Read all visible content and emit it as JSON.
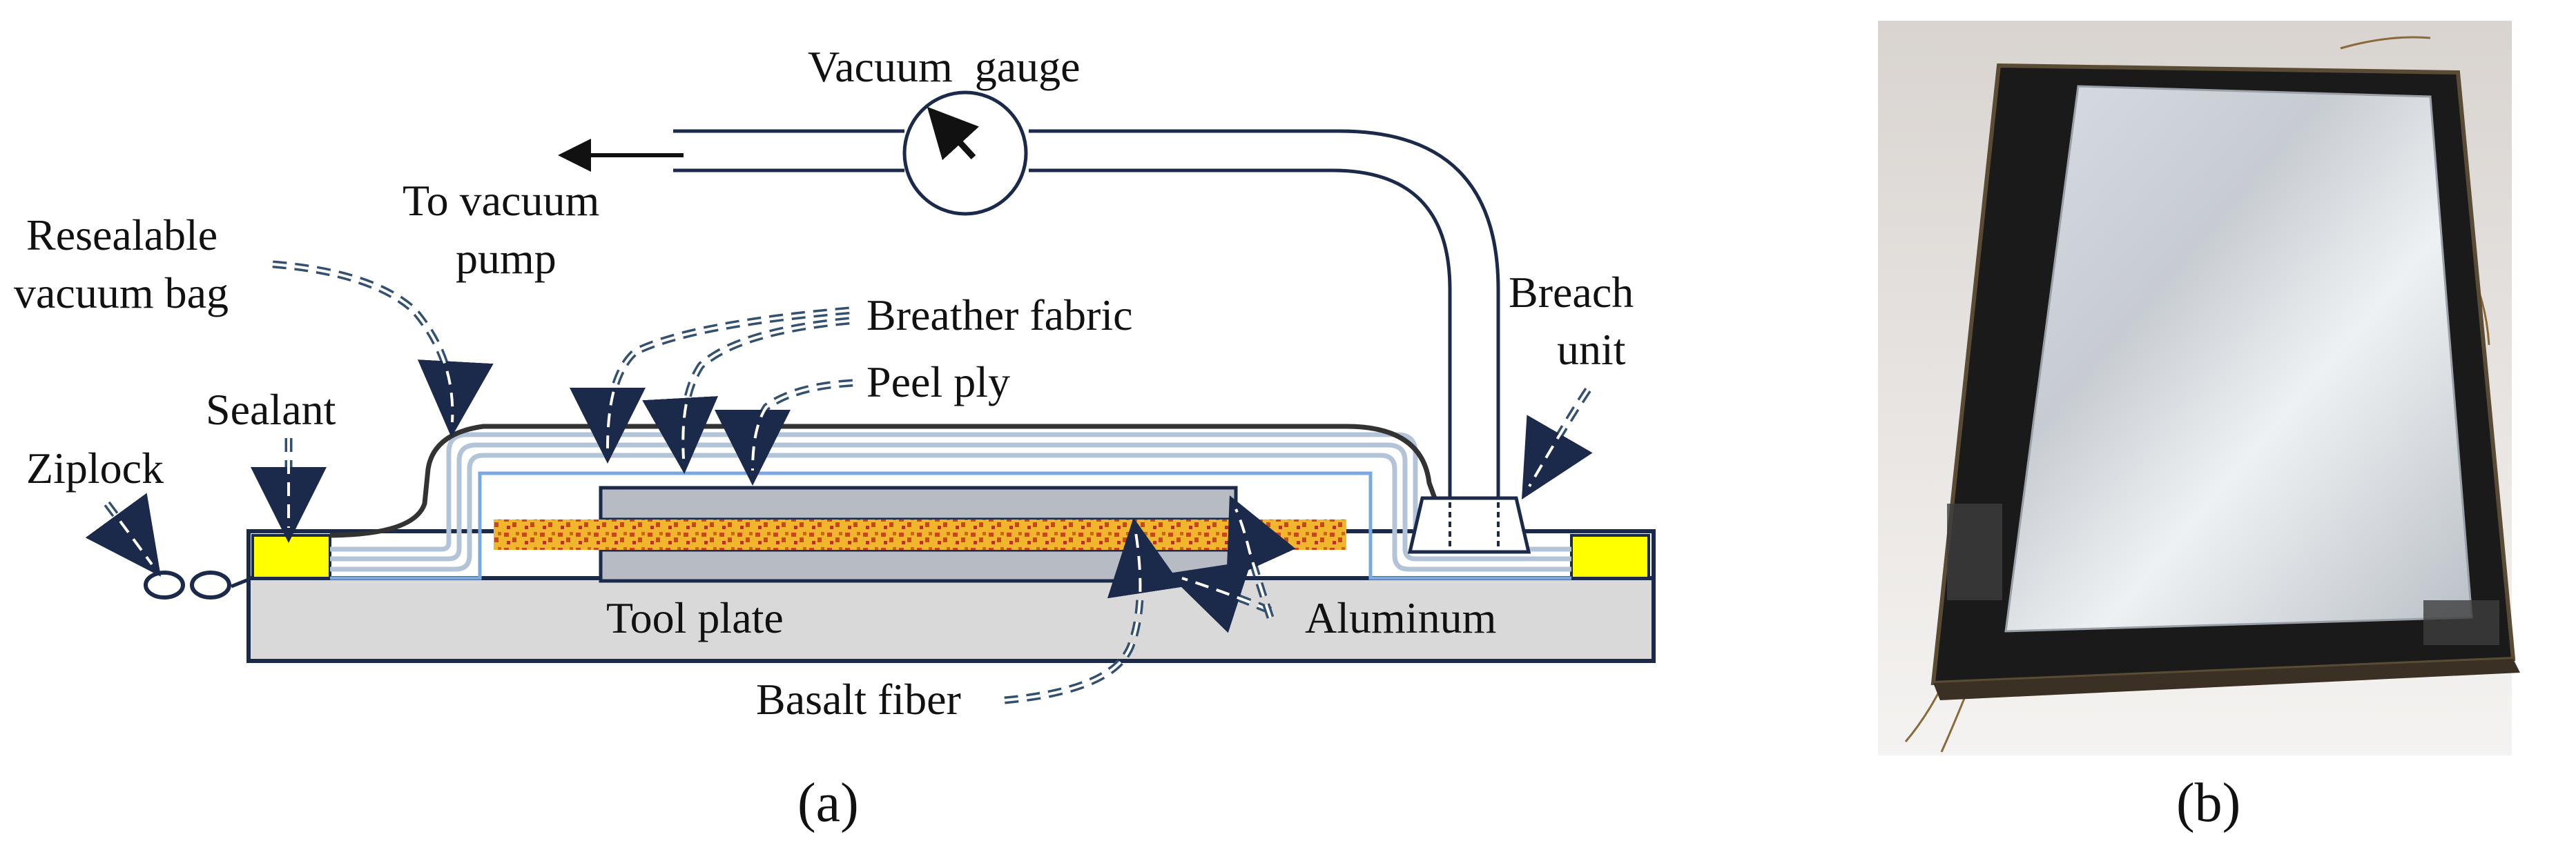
{
  "panel_a": {
    "labels": {
      "vacuum_gauge": "Vacuum  gauge",
      "to_vacuum_1": "To vacuum",
      "to_vacuum_2": "pump",
      "resealable_1": "Resealable",
      "resealable_2": "vacuum bag",
      "breather_fabric": "Breather fabric",
      "peel_ply": "Peel ply",
      "breach_1": "Breach",
      "breach_2": "unit",
      "sealant": "Sealant",
      "ziplock": "Ziplock",
      "tool_plate": "Tool plate",
      "aluminum": "Aluminum",
      "basalt_fiber": "Basalt fiber"
    },
    "caption": "(a)"
  },
  "panel_b": {
    "caption": "(b)"
  },
  "colors": {
    "outline": "#1b2a4a",
    "tool_plate": "#d9d9d9",
    "aluminum_plate": "#b7bcc4",
    "sealant": "#ffff00",
    "breather": "#b4c4d8",
    "peel_ply": "#7aa8e0",
    "basalt_dots": "#c8481a",
    "basalt_fill": "#f2b62e",
    "photo_background": "#ece9e6",
    "photo_frame": "#1a1a1a"
  }
}
